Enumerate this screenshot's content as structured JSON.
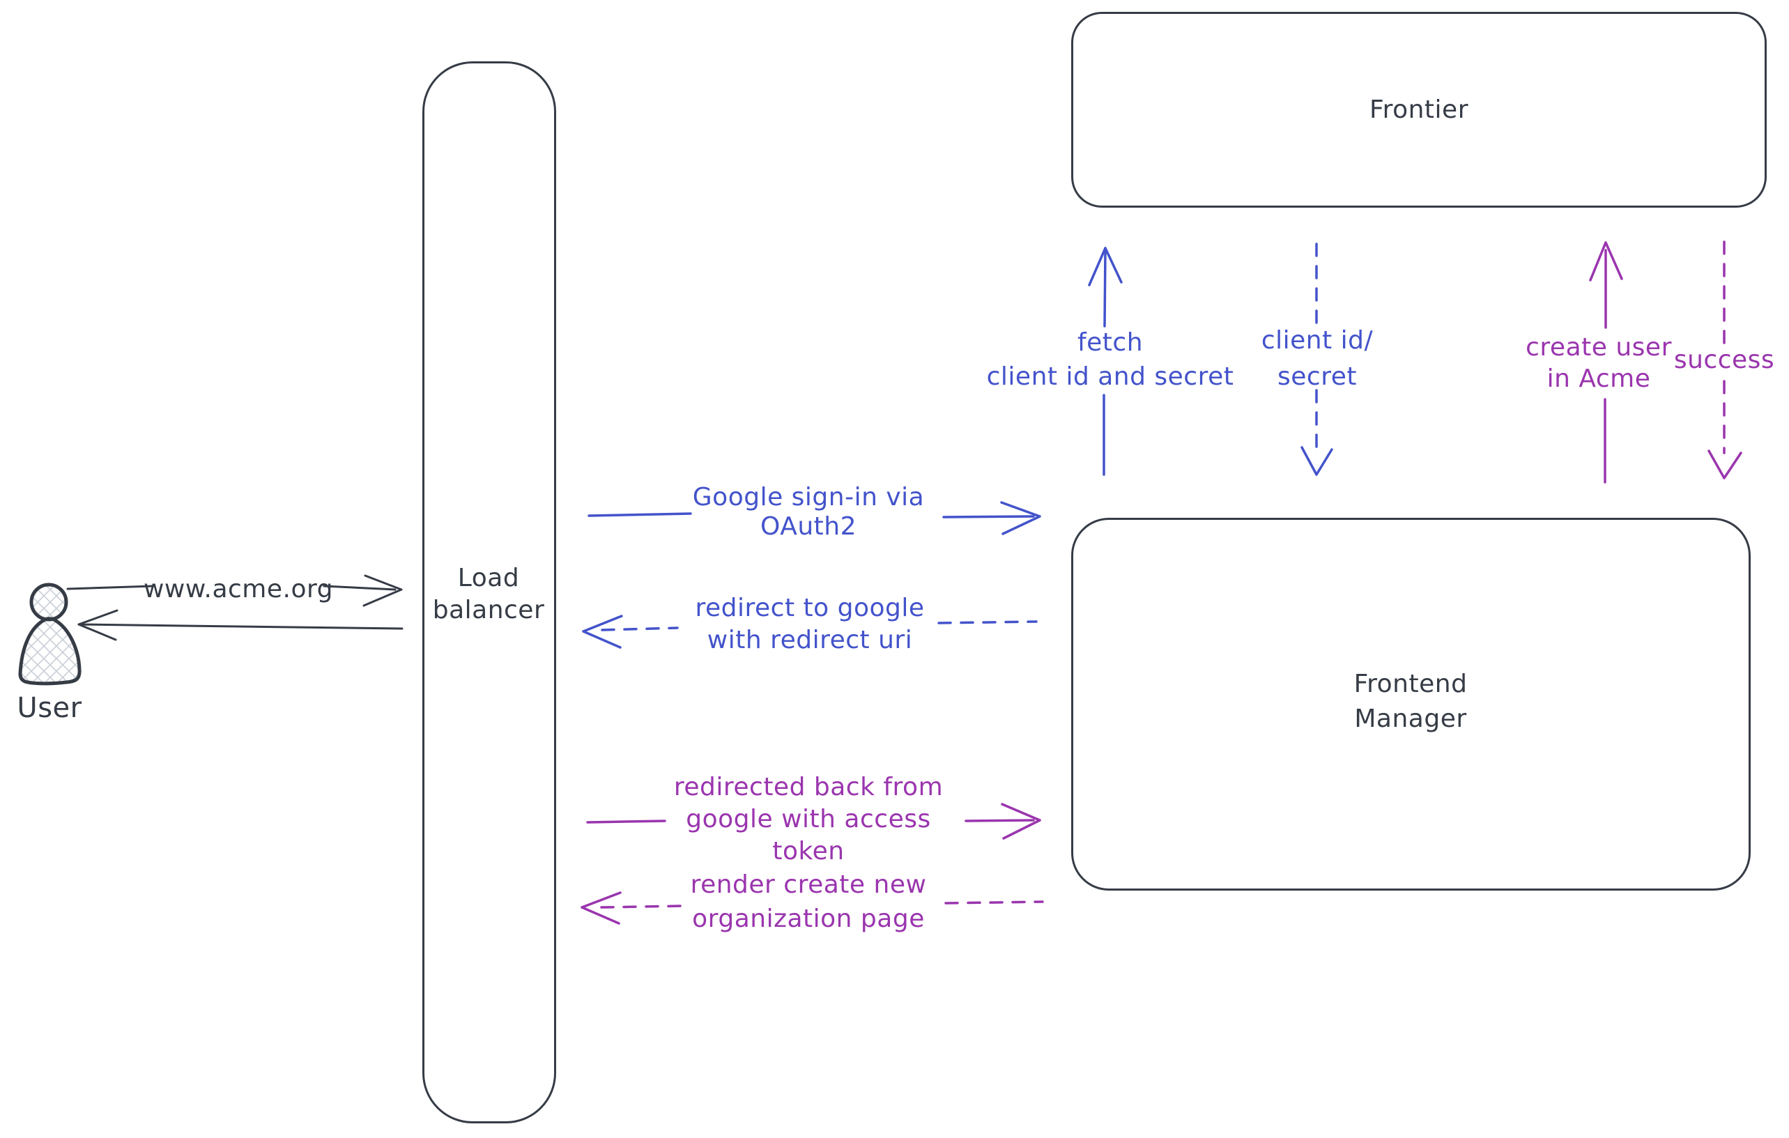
{
  "colors": {
    "ink": "#363c46",
    "blue": "#4353cb",
    "purple": "#9a35ae",
    "hatch_fill": "#c9ced6",
    "background": "#ffffff"
  },
  "nodes": {
    "user": {
      "label": "User",
      "shape": "person"
    },
    "load_balancer": {
      "lines": [
        "Load",
        "balancer"
      ]
    },
    "frontier": {
      "label": "Frontier"
    },
    "frontend_manager": {
      "lines": [
        "Frontend",
        "Manager"
      ]
    }
  },
  "arrows": {
    "www_acme": {
      "lines": [
        "www.acme.org"
      ],
      "color": "ink",
      "style": "solid",
      "direction": "right",
      "from": "user",
      "to": "load_balancer"
    },
    "user_return": {
      "lines": [],
      "color": "ink",
      "style": "solid",
      "direction": "left",
      "from": "load_balancer",
      "to": "user"
    },
    "google_signin": {
      "lines": [
        "Google sign-in via",
        "OAuth2"
      ],
      "color": "blue",
      "style": "solid",
      "direction": "right",
      "from": "load_balancer",
      "to": "frontend_manager"
    },
    "redirect_google": {
      "lines": [
        "redirect to google",
        "with redirect uri"
      ],
      "color": "blue",
      "style": "dashed",
      "direction": "left",
      "from": "frontend_manager",
      "to": "load_balancer"
    },
    "fetch_client": {
      "lines": [
        "fetch",
        "client id and secret"
      ],
      "color": "blue",
      "style": "solid",
      "direction": "up",
      "from": "frontend_manager",
      "to": "frontier"
    },
    "client_id_secret": {
      "lines": [
        "client id/",
        "secret"
      ],
      "color": "blue",
      "style": "dashed",
      "direction": "down",
      "from": "frontier",
      "to": "frontend_manager"
    },
    "redirected_back": {
      "lines": [
        "redirected back from",
        "google with access",
        "token"
      ],
      "color": "purple",
      "style": "solid",
      "direction": "right",
      "from": "load_balancer",
      "to": "frontend_manager"
    },
    "render_org_page": {
      "lines": [
        "render create new",
        "organization page"
      ],
      "color": "purple",
      "style": "dashed",
      "direction": "left",
      "from": "frontend_manager",
      "to": "load_balancer"
    },
    "create_user": {
      "lines": [
        "create user",
        "in Acme"
      ],
      "color": "purple",
      "style": "solid",
      "direction": "up",
      "from": "frontend_manager",
      "to": "frontier"
    },
    "success": {
      "lines": [
        "success"
      ],
      "color": "purple",
      "style": "dashed",
      "direction": "down",
      "from": "frontier",
      "to": "frontend_manager"
    }
  }
}
